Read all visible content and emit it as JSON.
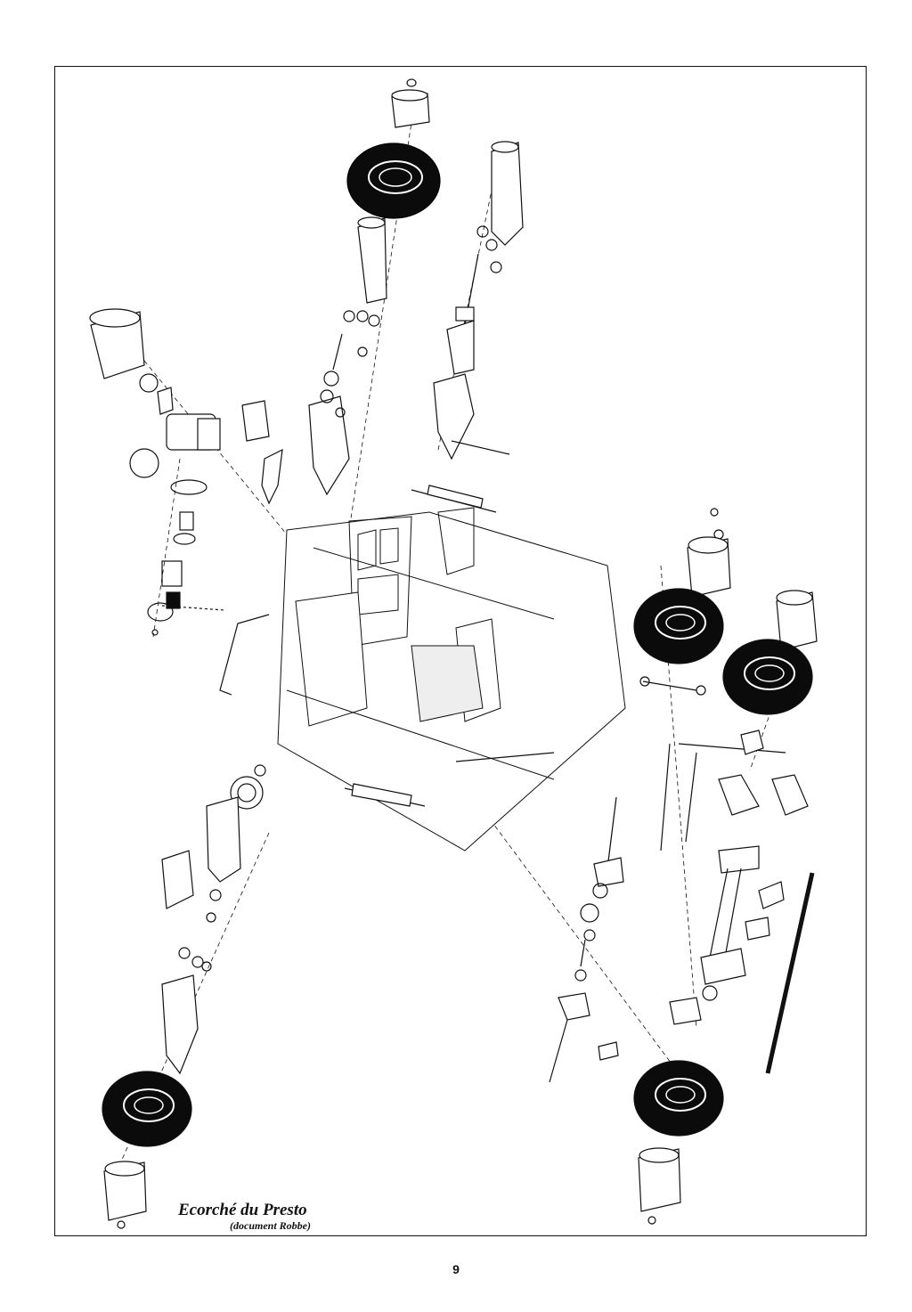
{
  "figure": {
    "caption_title": "Ecorché du Presto",
    "caption_source": "(document Robbe)"
  },
  "page_number": "9"
}
